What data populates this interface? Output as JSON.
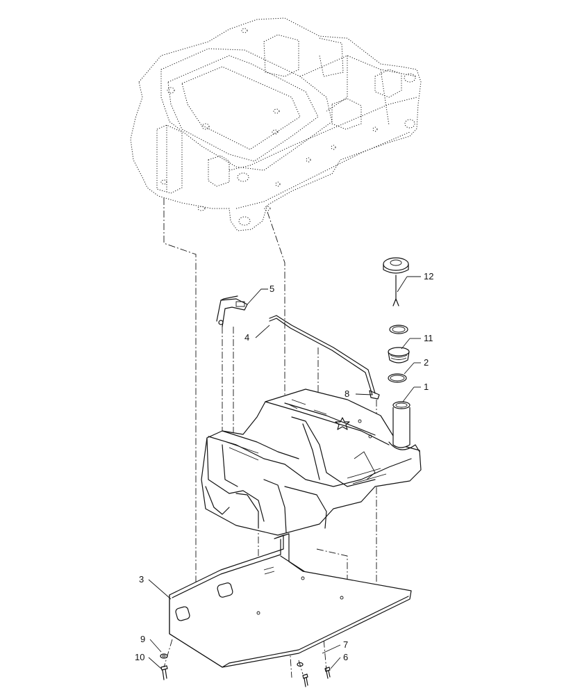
{
  "diagram": {
    "callouts": [
      {
        "id": "label-12",
        "text": "12"
      },
      {
        "id": "label-11",
        "text": "11"
      },
      {
        "id": "label-2",
        "text": "2"
      },
      {
        "id": "label-1",
        "text": "1"
      },
      {
        "id": "label-5",
        "text": "5"
      },
      {
        "id": "label-4",
        "text": "4"
      },
      {
        "id": "label-8",
        "text": "8"
      },
      {
        "id": "label-3",
        "text": "3"
      },
      {
        "id": "label-9",
        "text": "9"
      },
      {
        "id": "label-10",
        "text": "10"
      },
      {
        "id": "label-7",
        "text": "7"
      },
      {
        "id": "label-6",
        "text": "6"
      }
    ]
  }
}
